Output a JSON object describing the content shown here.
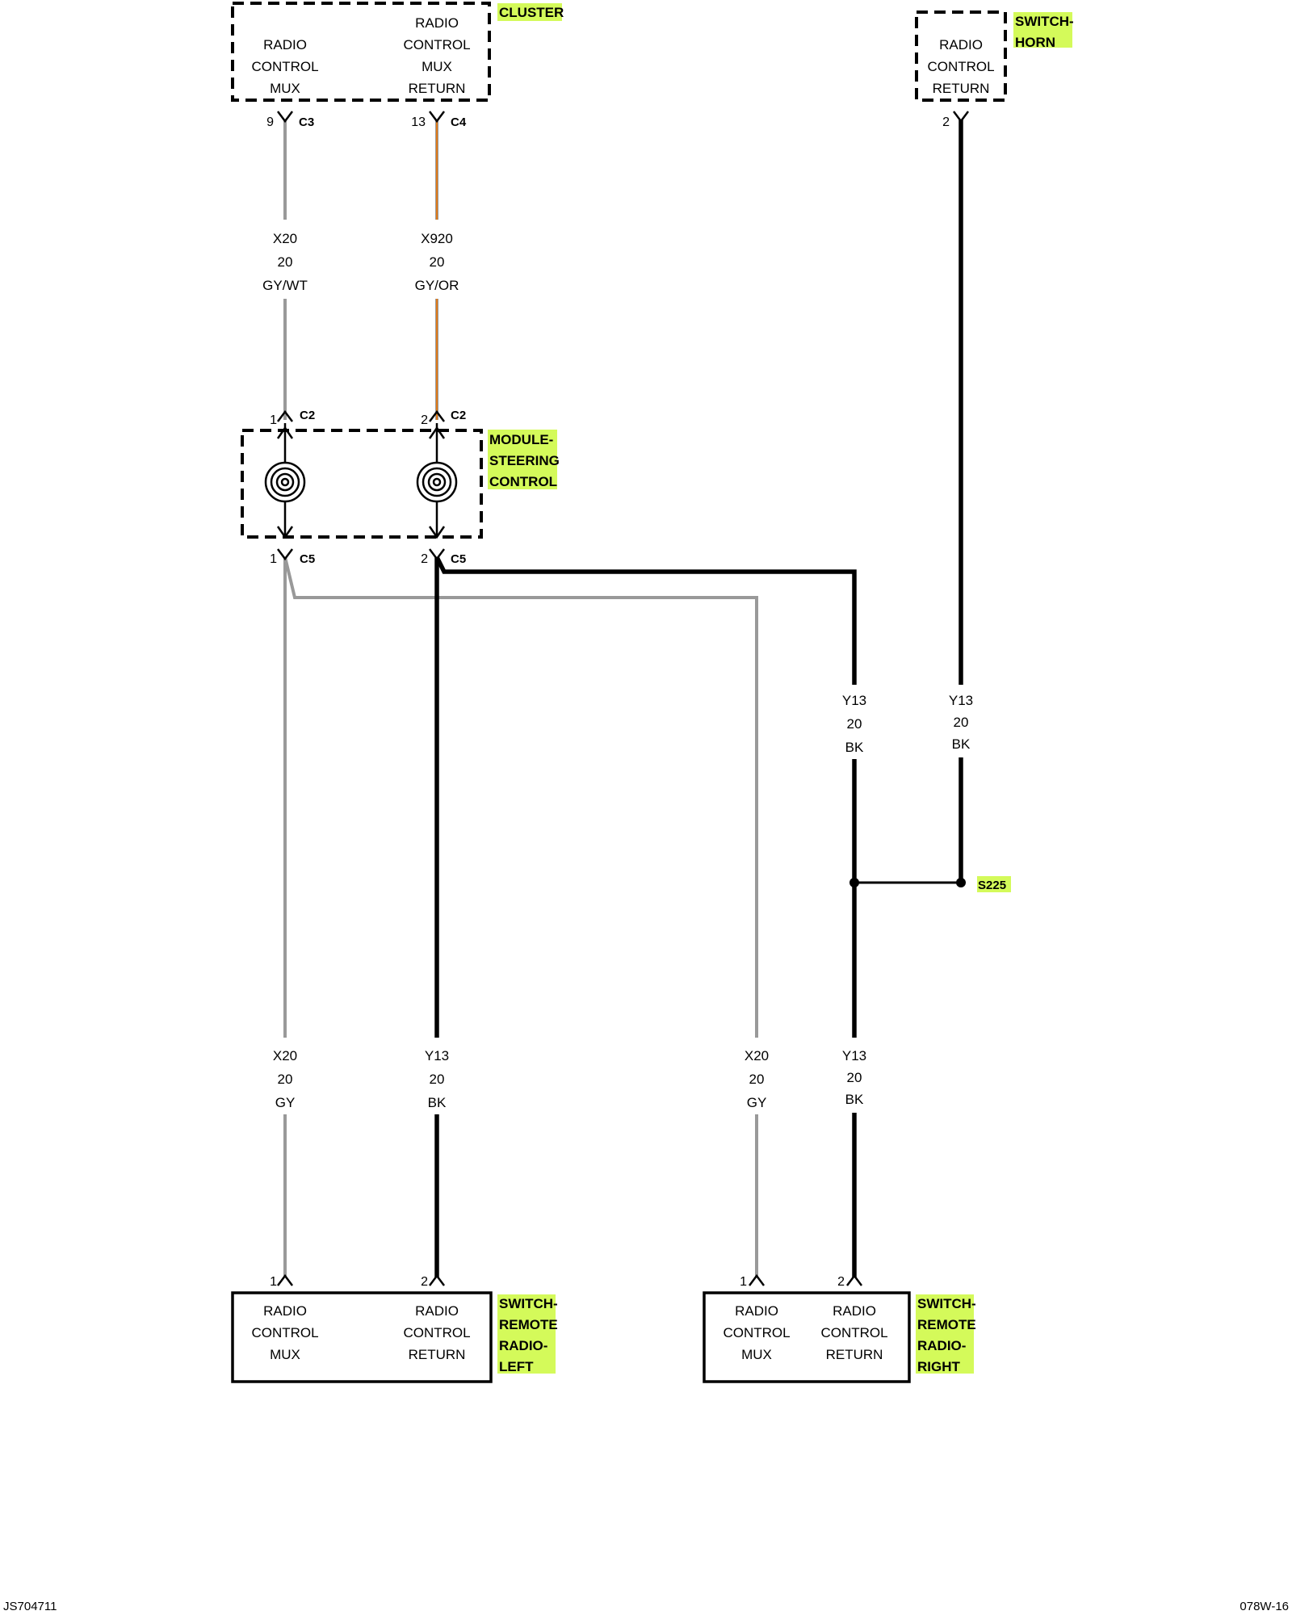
{
  "components": {
    "cluster": {
      "name": "CLUSTER",
      "pins": {
        "mux": [
          "RADIO",
          "CONTROL",
          "MUX"
        ],
        "return": [
          "RADIO",
          "CONTROL",
          "MUX",
          "RETURN"
        ]
      }
    },
    "switch_horn": {
      "name": [
        "SWITCH-",
        "HORN"
      ],
      "pins": {
        "return": [
          "RADIO",
          "CONTROL",
          "RETURN"
        ]
      }
    },
    "module_steering_control": {
      "name": [
        "MODULE-",
        "STEERING",
        "CONTROL"
      ]
    },
    "switch_remote_radio_left": {
      "name": [
        "SWITCH-",
        "REMOTE",
        "RADIO-",
        "LEFT"
      ],
      "pins": {
        "mux": [
          "RADIO",
          "CONTROL",
          "MUX"
        ],
        "return": [
          "RADIO",
          "CONTROL",
          "RETURN"
        ]
      }
    },
    "switch_remote_radio_right": {
      "name": [
        "SWITCH-",
        "REMOTE",
        "RADIO-",
        "RIGHT"
      ],
      "pins": {
        "mux": [
          "RADIO",
          "CONTROL",
          "MUX"
        ],
        "return": [
          "RADIO",
          "CONTROL",
          "RETURN"
        ]
      }
    }
  },
  "connectors": {
    "cluster_c3": {
      "pin": "9",
      "name": "C3"
    },
    "cluster_c4": {
      "pin": "13",
      "name": "C4"
    },
    "horn_pin": {
      "pin": "2"
    },
    "module_c2_1": {
      "pin": "1",
      "name": "C2"
    },
    "module_c2_2": {
      "pin": "2",
      "name": "C2"
    },
    "module_c5_1": {
      "pin": "1",
      "name": "C5"
    },
    "module_c5_2": {
      "pin": "2",
      "name": "C5"
    },
    "left_pin1": {
      "pin": "1"
    },
    "left_pin2": {
      "pin": "2"
    },
    "right_pin1": {
      "pin": "1"
    },
    "right_pin2": {
      "pin": "2"
    }
  },
  "wires": {
    "cluster_mux": {
      "circuit": "X20",
      "gauge": "20",
      "color": "GY/WT"
    },
    "cluster_return": {
      "circuit": "X920",
      "gauge": "20",
      "color": "GY/OR"
    },
    "right_branch_upper": {
      "circuit": "Y13",
      "gauge": "20",
      "color": "BK"
    },
    "horn_wire": {
      "circuit": "Y13",
      "gauge": "20",
      "color": "BK"
    },
    "left_mux": {
      "circuit": "X20",
      "gauge": "20",
      "color": "GY"
    },
    "left_return": {
      "circuit": "Y13",
      "gauge": "20",
      "color": "BK"
    },
    "right_mux": {
      "circuit": "X20",
      "gauge": "20",
      "color": "GY"
    },
    "right_return": {
      "circuit": "Y13",
      "gauge": "20",
      "color": "BK"
    }
  },
  "splice": {
    "name": "S225"
  },
  "footer": {
    "left": "JS704711",
    "right": "078W-16"
  },
  "colors": {
    "highlight": "#d4fa5a",
    "gray_wire": "#999999",
    "orange_stripe": "#e07b1a",
    "black_wire": "#000000"
  }
}
